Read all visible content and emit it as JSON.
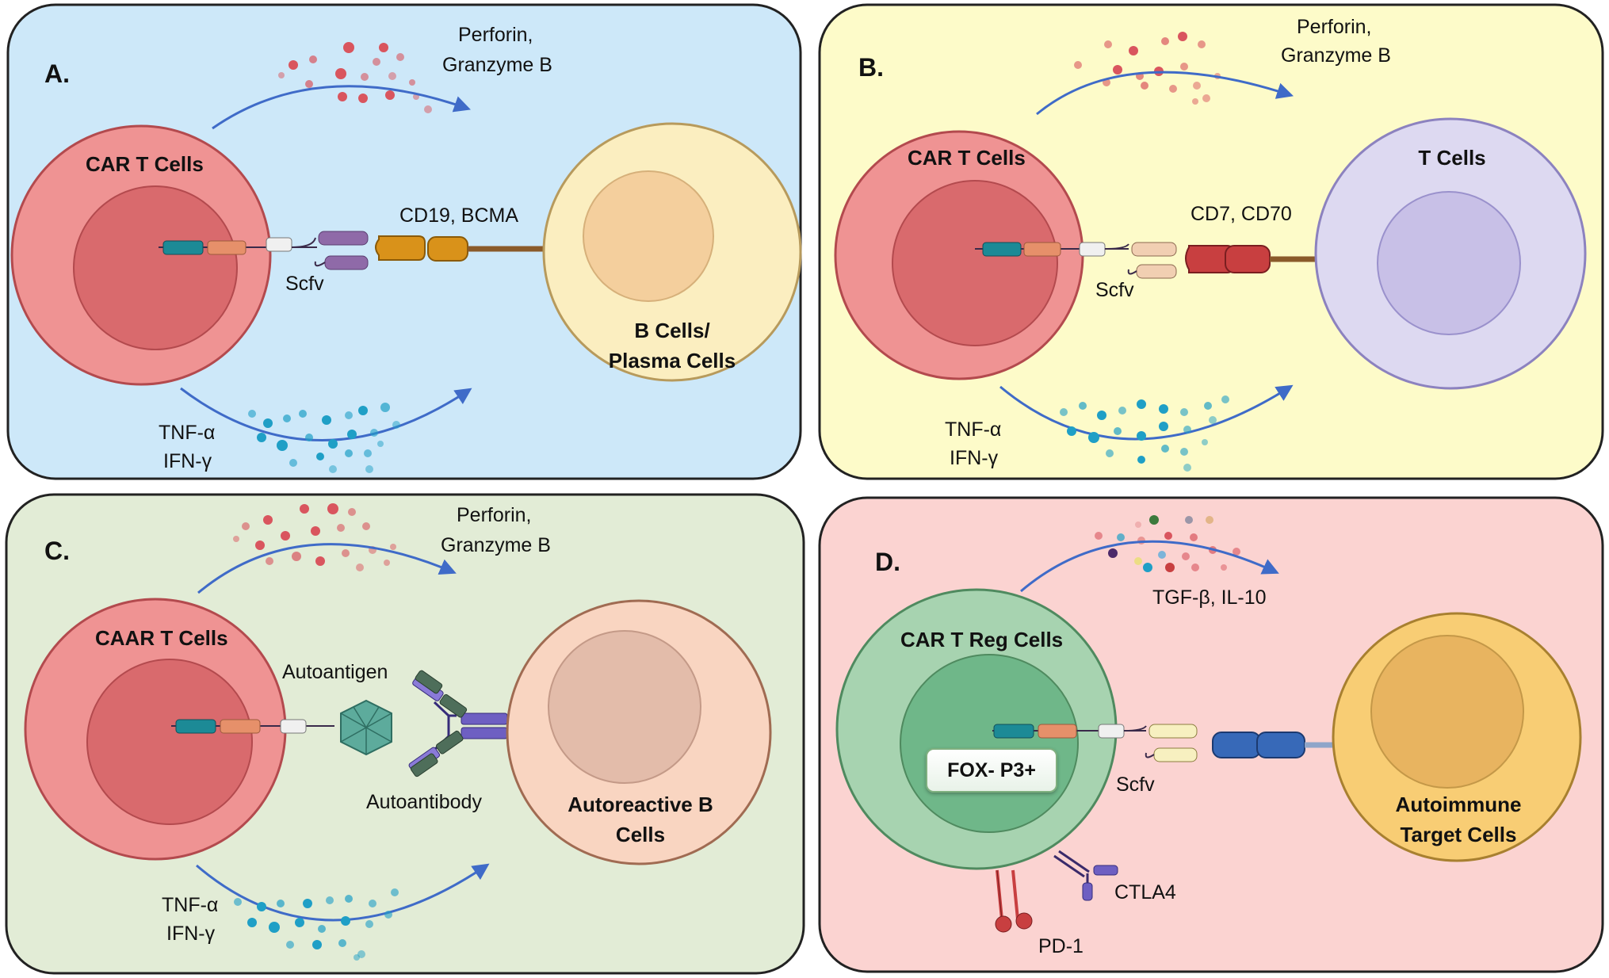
{
  "panels": {
    "a": {
      "letter": "A.",
      "effector_cell": "CAR T Cells",
      "target_cell_line1": "B Cells/",
      "target_cell_line2": "Plasma Cells",
      "antigen": "CD19, BCMA",
      "receptor": "Scfv",
      "secreted_top_line1": "Perforin,",
      "secreted_top_line2": "Granzyme B",
      "secreted_bottom_line1": "TNF-α",
      "secreted_bottom_line2": "IFN-γ"
    },
    "b": {
      "letter": "B.",
      "effector_cell": "CAR T Cells",
      "target_cell": "T Cells",
      "antigen": "CD7, CD70",
      "receptor": "Scfv",
      "secreted_top_line1": "Perforin,",
      "secreted_top_line2": "Granzyme B",
      "secreted_bottom_line1": "TNF-α",
      "secreted_bottom_line2": "IFN-γ"
    },
    "c": {
      "letter": "C.",
      "effector_cell": "CAAR T Cells",
      "target_cell_line1": "Autoreactive B",
      "target_cell_line2": "Cells",
      "antigen": "Autoantigen",
      "antibody": "Autoantibody",
      "secreted_top_line1": "Perforin,",
      "secreted_top_line2": "Granzyme B",
      "secreted_bottom_line1": "TNF-α",
      "secreted_bottom_line2": "IFN-γ"
    },
    "d": {
      "letter": "D.",
      "effector_cell": "CAR T Reg Cells",
      "nucleus_marker": "FOX- P3+",
      "target_cell_line1": "Autoimmune",
      "target_cell_line2": "Target Cells",
      "receptor": "Scfv",
      "secreted_top": "TGF-β, IL-10",
      "checkpoint_1": "CTLA4",
      "checkpoint_2": "PD-1"
    }
  },
  "colors": {
    "panel_a_bg": "#cde8f9",
    "panel_b_bg": "#fdfbc9",
    "panel_c_bg": "#e2ecd6",
    "panel_d_bg": "#fbd3d1",
    "car_t_cell": "#ef9393",
    "car_t_nucleus": "#d96a6d",
    "treg_cell": "#a7d3b0",
    "treg_nucleus": "#6fb789",
    "b_cell": "#fbeec0",
    "b_cell_nucleus": "#f4cf9d",
    "t_cell": "#ddd9f1",
    "t_cell_nucleus": "#c8c0e7",
    "autoreactive_cell": "#f9d5c1",
    "autoreactive_nucleus": "#e3bcaa",
    "autoimmune_cell": "#f8cd74",
    "autoimmune_nucleus": "#e8b460",
    "arrow": "#3f6bc8",
    "perforin_dots": "#d9555e",
    "cytokine_dots": "#1f9fc6"
  },
  "icons": [
    "curved-arrow-icon",
    "perforin-granules-icon",
    "cytokine-dots-icon",
    "car-receptor-icon",
    "antigen-icon",
    "autoantigen-polyhedron-icon",
    "autoantibody-icon",
    "ctla4-receptor-icon",
    "pd1-receptor-icon"
  ]
}
